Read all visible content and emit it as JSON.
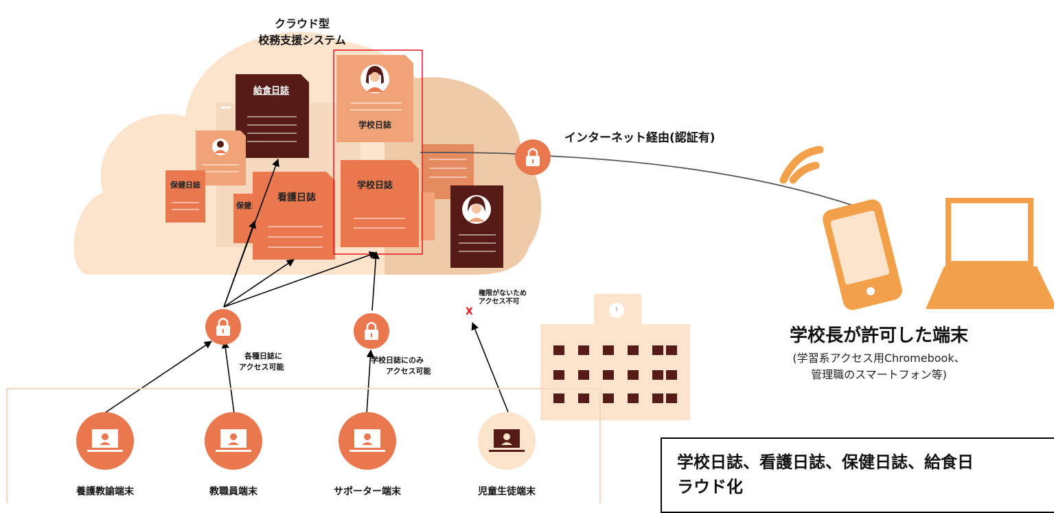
{
  "cloud": {
    "title": "クラウド型",
    "subtitle": "校務支援システム"
  },
  "documents": {
    "kyushoku": "給食日誌",
    "gakko_top": "学校日誌",
    "gakko_main": "学校日誌",
    "kango": "看護日誌",
    "hoken_left": "保健日誌",
    "hoken_inner": "保健日誌"
  },
  "network": {
    "internet_label": "インターネット経由(認証有)"
  },
  "access": {
    "teachers_note_line1": "各種日誌に",
    "teachers_note_line2": "アクセス可能",
    "supporter_note_line1": "学校日誌にのみ",
    "supporter_note_line2": "アクセス可能",
    "student_note_line1": "権限がないため",
    "student_note_line2": "アクセス不可",
    "denied_mark": "X"
  },
  "terminals": [
    {
      "label": "養護教諭端末"
    },
    {
      "label": "教職員端末"
    },
    {
      "label": "サポーター端末"
    },
    {
      "label": "児童生徒端末"
    }
  ],
  "approved": {
    "title": "学校長が許可した端末",
    "note_line1": "(学習系アクセス用Chromebook、",
    "note_line2": "管理職のスマートフォン等)"
  },
  "summary": {
    "line1": "学校日誌、看護日誌、保健日誌、給食日",
    "line2": "ラウド化"
  },
  "colors": {
    "cloud_light": "#fbe3cc",
    "cloud_mid": "#efcaa9",
    "orange": "#e9784e",
    "salmon": "#f0a377",
    "dark_brown": "#571b17",
    "red_highlight": "#e8151c",
    "gold": "#f2a04a"
  }
}
